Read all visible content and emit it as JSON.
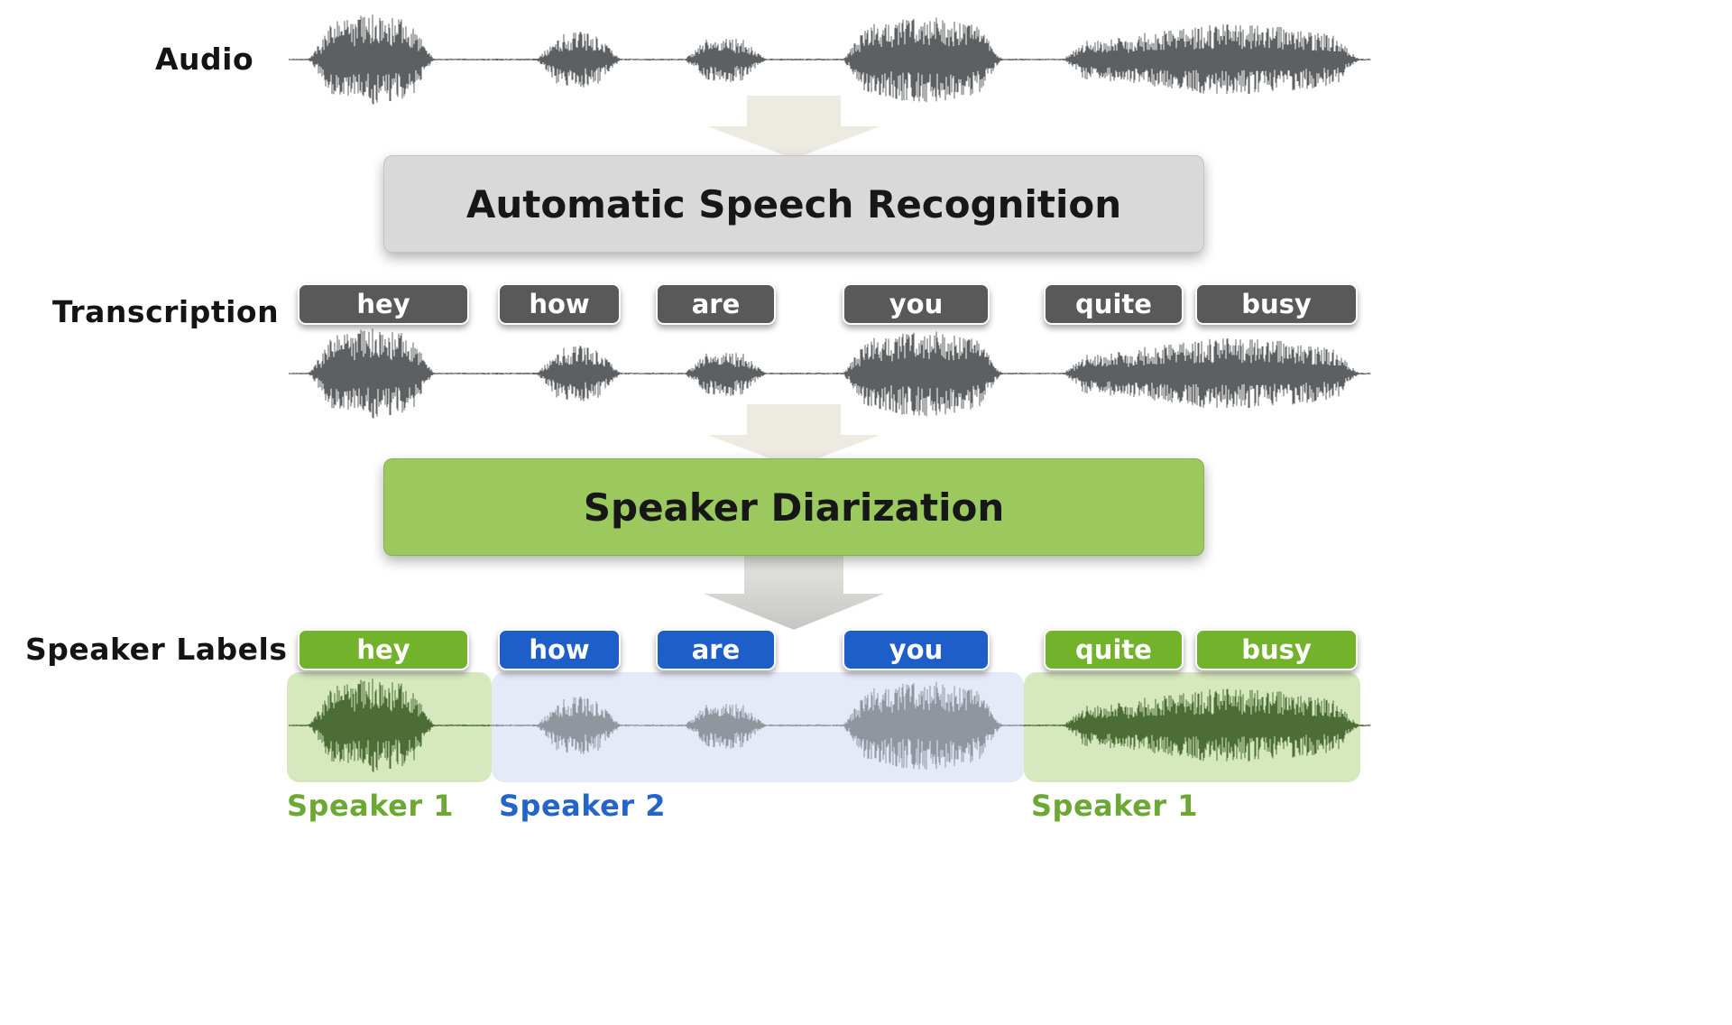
{
  "side_labels": {
    "audio": "Audio",
    "transcription": "Transcription",
    "speaker_labels": "Speaker Labels"
  },
  "process_boxes": {
    "asr": "Automatic Speech Recognition",
    "diarization": "Speaker Diarization"
  },
  "words": [
    "hey",
    "how",
    "are",
    "you",
    "quite",
    "busy"
  ],
  "word_speakers": [
    1,
    2,
    2,
    2,
    1,
    1
  ],
  "regions": [
    {
      "speaker": 1
    },
    {
      "speaker": 2
    },
    {
      "speaker": 1
    }
  ],
  "speaker_captions": [
    {
      "text": "Speaker 1",
      "speaker": 1
    },
    {
      "text": "Speaker 2",
      "speaker": 2
    },
    {
      "text": "Speaker 1",
      "speaker": 1
    }
  ],
  "colors": {
    "transcription_word_bg": "#595959",
    "speaker1_word_bg": "#72b32b",
    "speaker2_word_bg": "#1e5ec9",
    "speaker1_text": "#6ca834",
    "speaker2_text": "#2465c7",
    "speaker1_region_bg": "rgba(146,194,83,0.38)",
    "speaker2_region_bg": "rgba(132,158,224,0.22)",
    "asr_box_bg": "#d9d9d9",
    "diarization_box_bg": "#9bc95e"
  }
}
